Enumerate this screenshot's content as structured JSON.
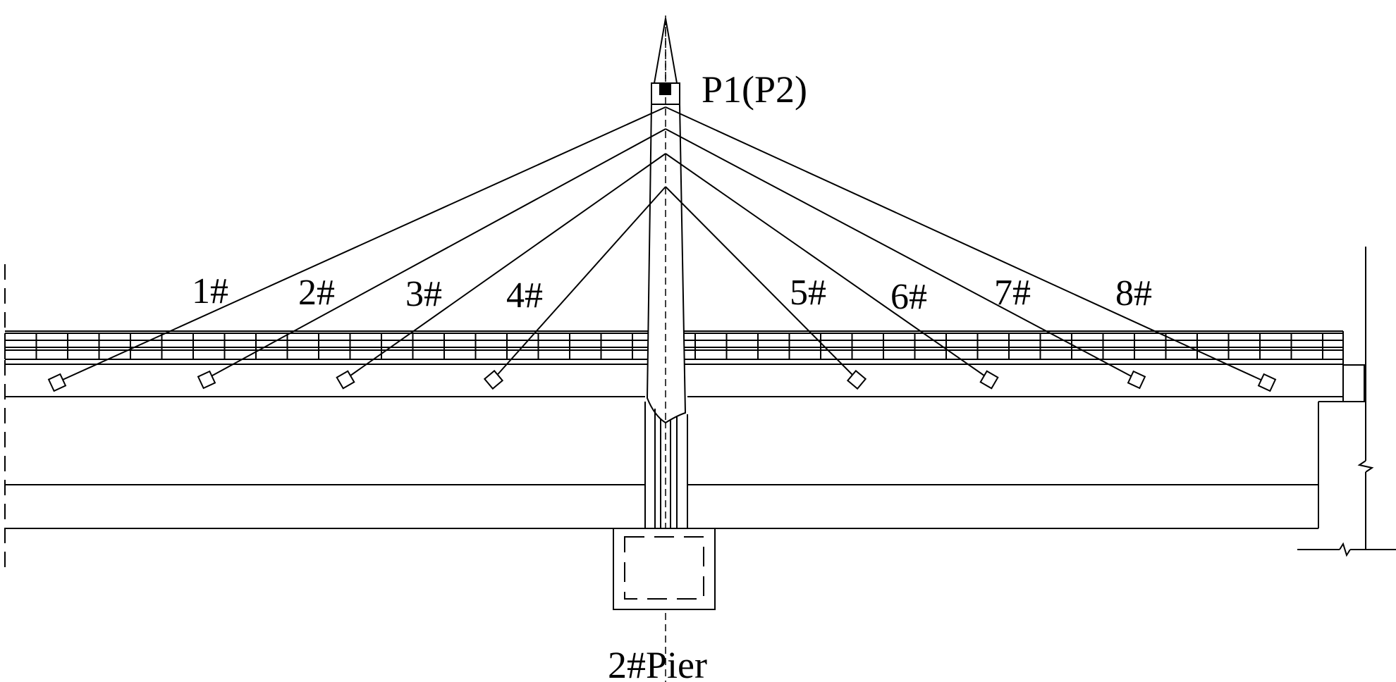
{
  "diagram": {
    "point_label": "P1(P2)",
    "pier_label": "2#Pier",
    "cable_labels": [
      "1#",
      "2#",
      "3#",
      "4#",
      "5#",
      "6#",
      "7#",
      "8#"
    ]
  },
  "colors": {
    "line": "#000000",
    "background": "#ffffff"
  }
}
